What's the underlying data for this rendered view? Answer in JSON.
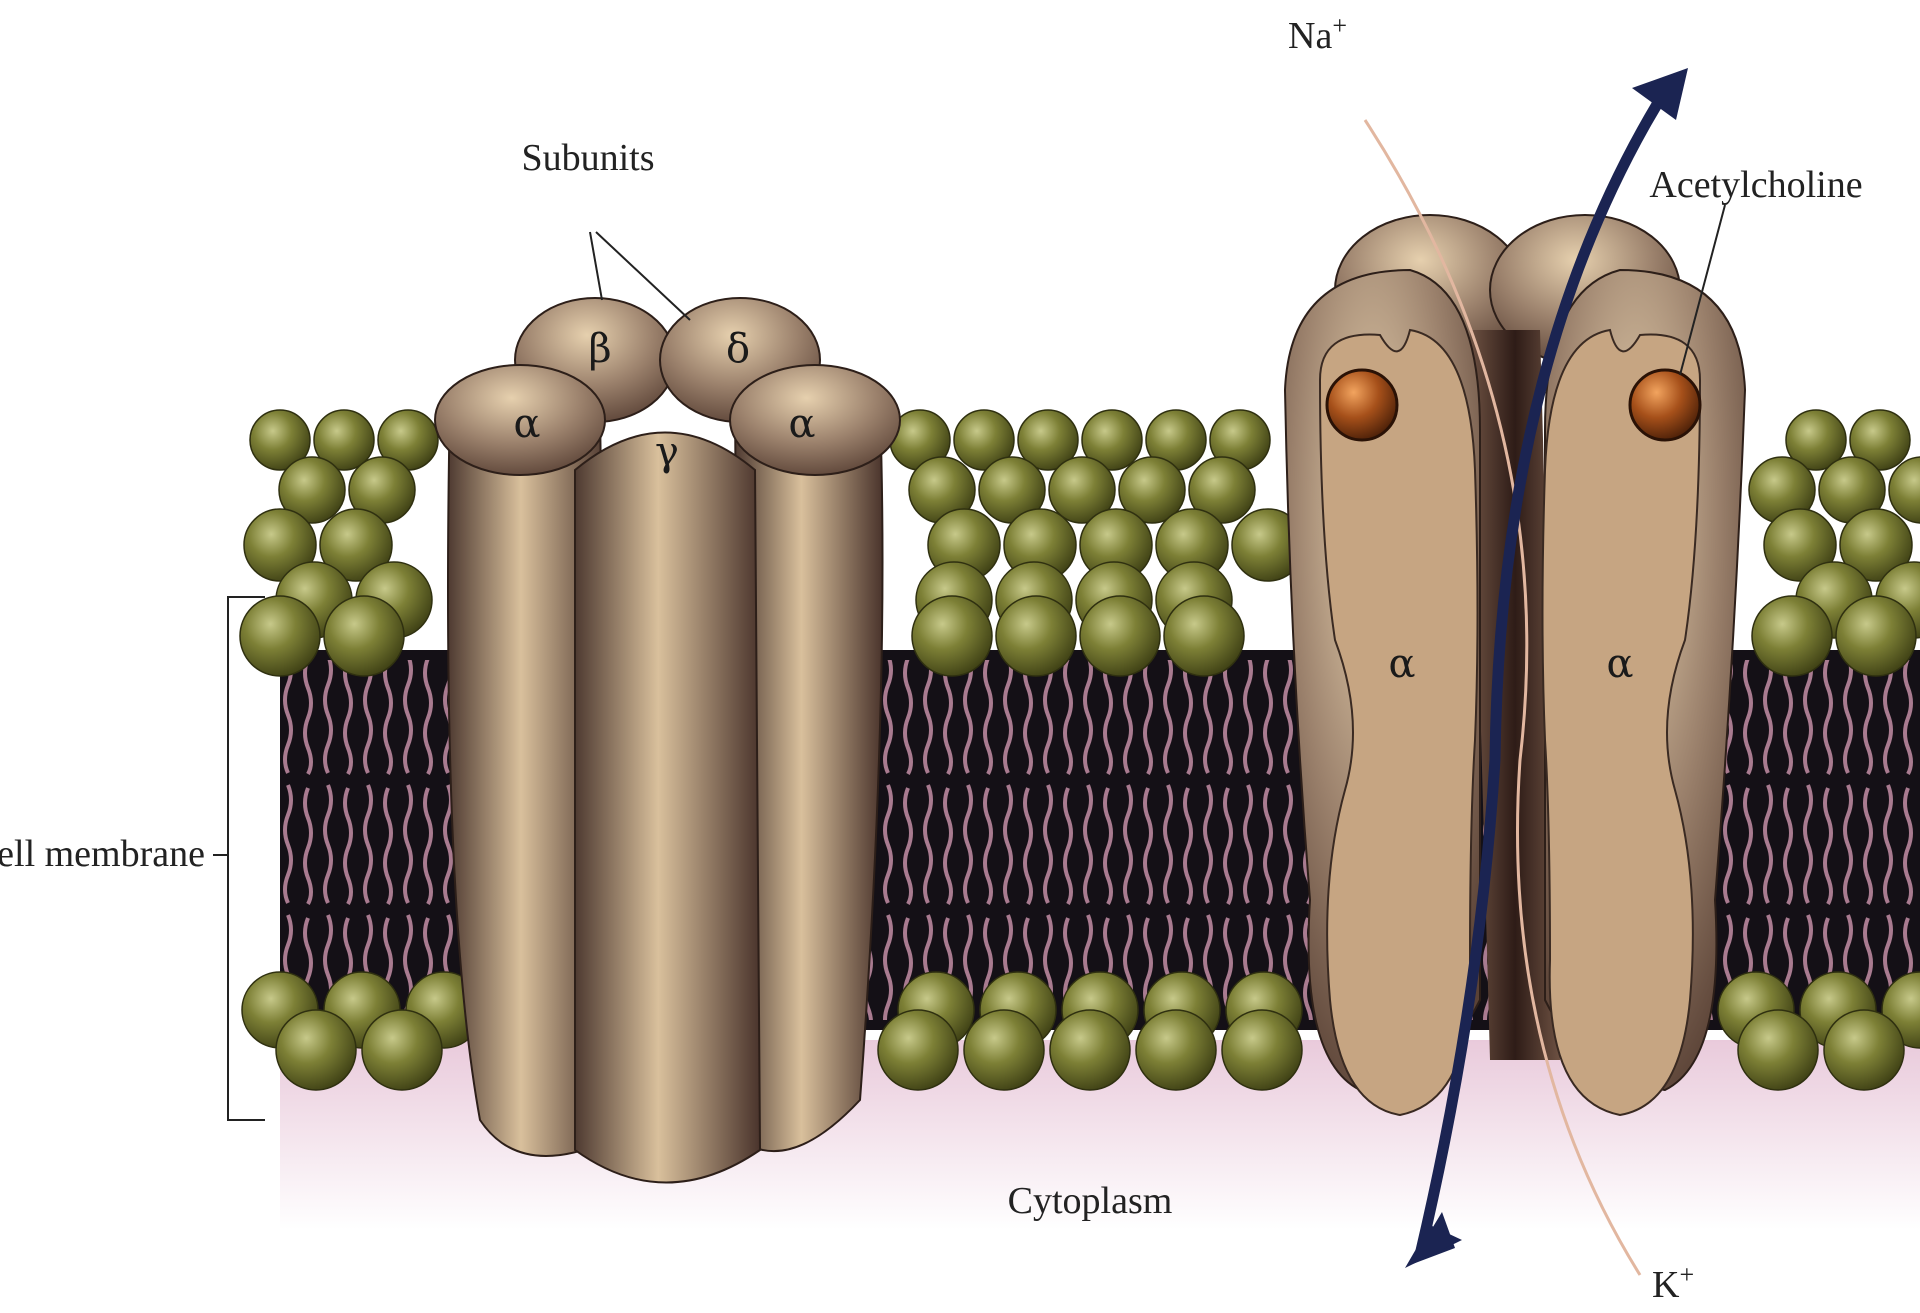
{
  "labels": {
    "subunits": "Subunits",
    "cell_membrane": "Cell membrane",
    "cytoplasm": "Cytoplasm",
    "acetylcholine": "Acetylcholine",
    "na_ion": "Na",
    "na_charge": "+",
    "k_ion": "K",
    "k_charge": "+"
  },
  "subunit_letters": {
    "alpha_left": "α",
    "beta": "β",
    "delta": "δ",
    "gamma": "γ",
    "alpha_right": "α",
    "open_alpha_left": "α",
    "open_alpha_right": "α"
  },
  "colors": {
    "lipid_head": "#6b6e2c",
    "lipid_tail": "#b07e94",
    "membrane_core": "#141016",
    "protein": "#8a7462",
    "protein_cut_face": "#c9a987",
    "acetylcholine_ball": "#b35a1c",
    "ion_arrow": "#1b2452",
    "cytoplasm_tint": "#f1dde9"
  }
}
